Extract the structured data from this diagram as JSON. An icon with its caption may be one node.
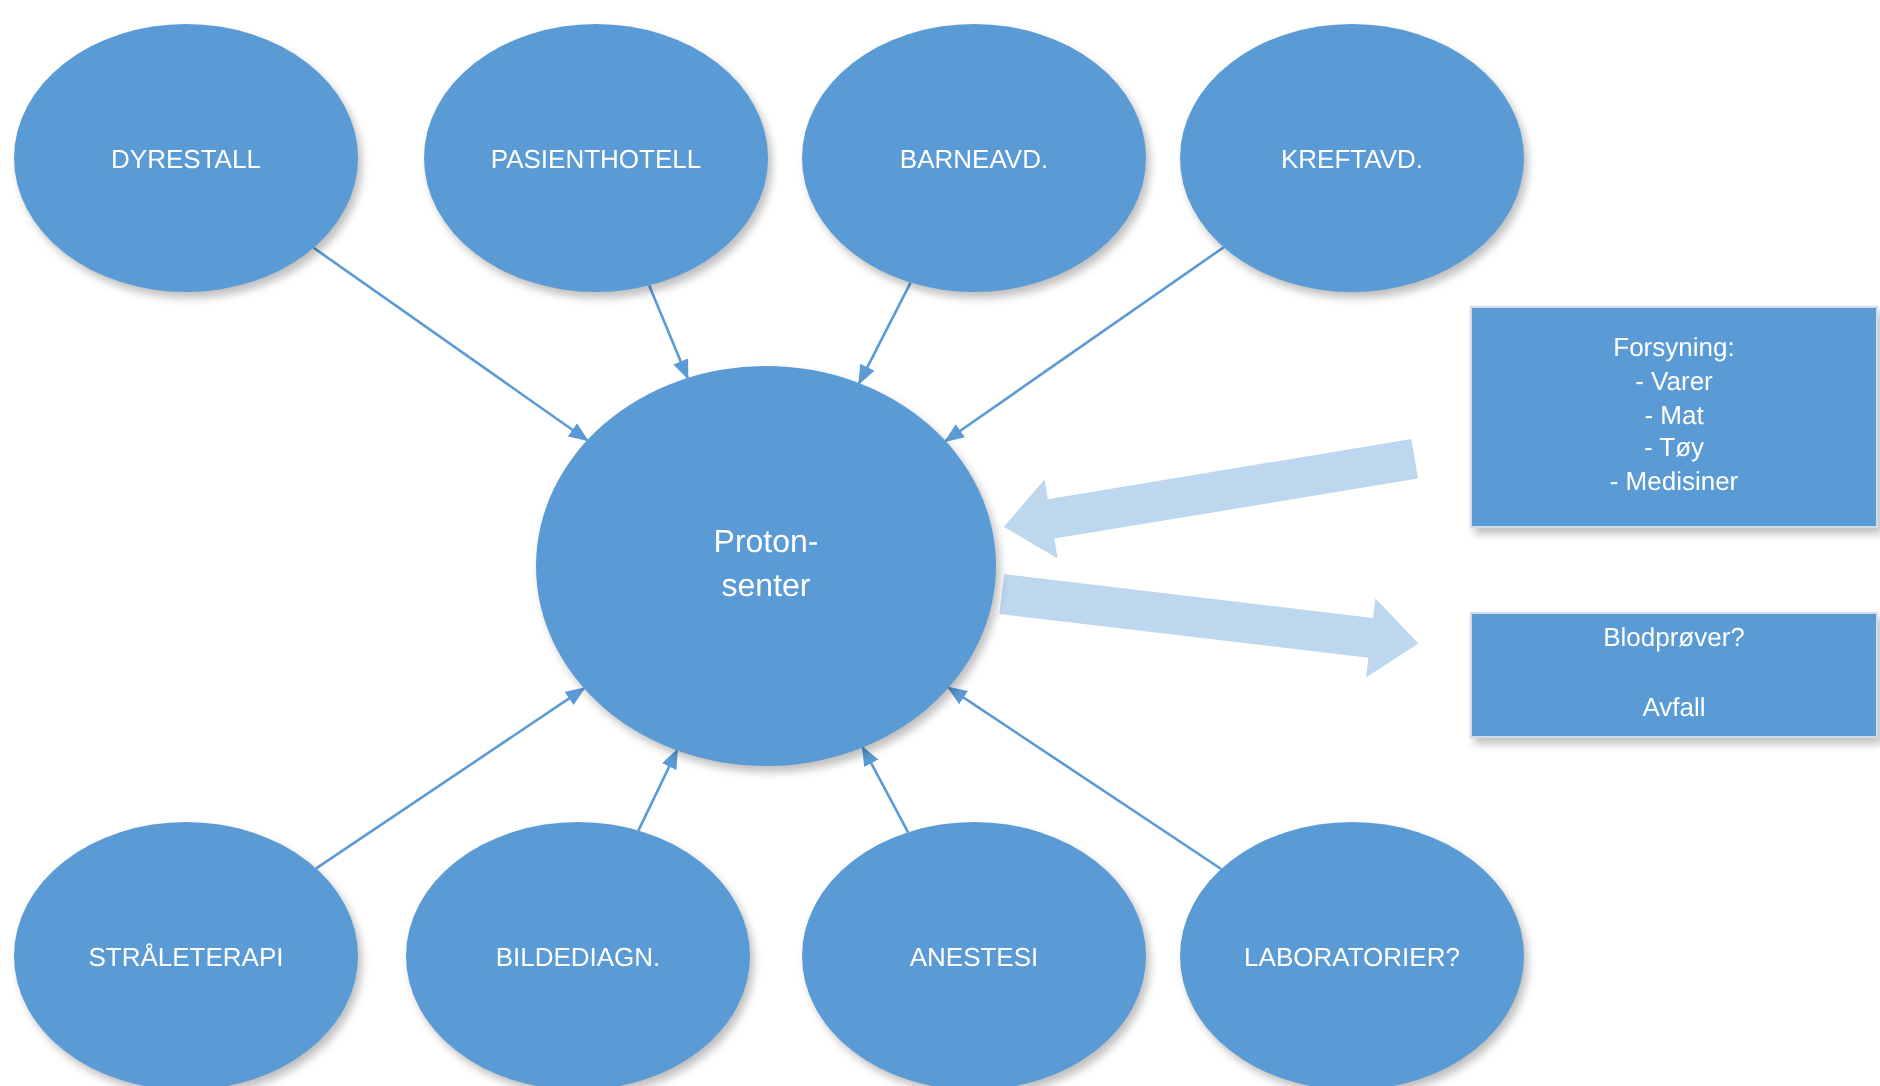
{
  "diagram": {
    "nodes": [
      {
        "text": [
          "DYRESTALL"
        ]
      },
      {
        "text": [
          "PASIENTHOTELL"
        ]
      },
      {
        "text": [
          "BARNEAVD."
        ]
      },
      {
        "text": [
          "KREFTAVD."
        ]
      },
      {
        "text": [
          "Forsyning:",
          "- Varer",
          "- Mat",
          "- Tøy",
          "- Medisiner"
        ]
      },
      {
        "text": [
          "Proton- senter"
        ]
      },
      {
        "text": [
          "Blodprøver?",
          "Avfall"
        ]
      },
      {
        "text": [
          "STRÅLETERAPI"
        ]
      },
      {
        "text": [
          "BILDEDIAGN."
        ]
      },
      {
        "text": [
          "ANESTESI"
        ]
      },
      {
        "text": [
          "LABORATORIER?"
        ]
      }
    ],
    "edges": [
      {
        "from": 0,
        "to": 5,
        "arrow": "to"
      },
      {
        "from": 1,
        "to": 5,
        "arrow": "to"
      },
      {
        "from": 2,
        "to": 5,
        "arrow": "to"
      },
      {
        "from": 3,
        "to": 5,
        "arrow": "to"
      },
      {
        "from": 4,
        "to": 5,
        "arrow": "to",
        "style": "thick",
        "color": "#bdd7ee"
      },
      {
        "from": 5,
        "to": 6,
        "arrow": "to",
        "style": "thick",
        "color": "#bdd7ee"
      },
      {
        "from": 7,
        "to": 5,
        "arrow": "to"
      },
      {
        "from": 8,
        "to": 5,
        "arrow": "to"
      },
      {
        "from": 9,
        "to": 5,
        "arrow": "to"
      },
      {
        "from": 10,
        "to": 5,
        "arrow": "to"
      }
    ]
  }
}
